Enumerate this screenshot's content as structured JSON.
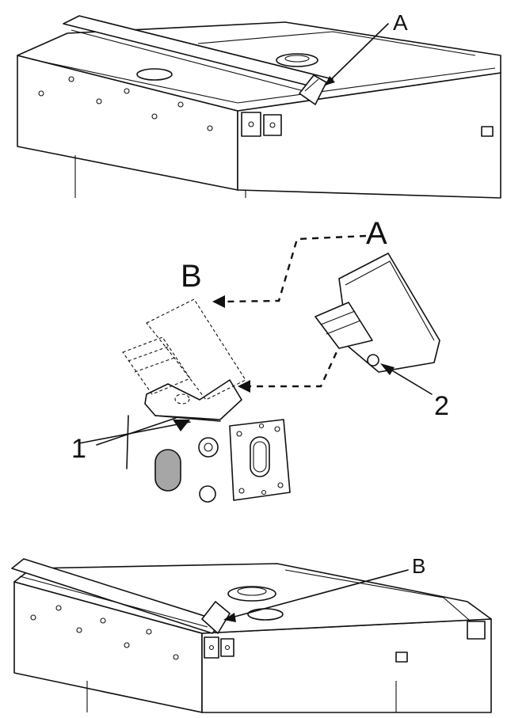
{
  "labels": {
    "top_marker": "A",
    "detail_part_a": "A",
    "detail_part_b": "B",
    "callout_1": "1",
    "callout_2": "2",
    "bottom_marker": "B"
  },
  "colors": {
    "stroke": "#111111",
    "background": "#ffffff",
    "seal_fill": "#a6a6a6"
  }
}
